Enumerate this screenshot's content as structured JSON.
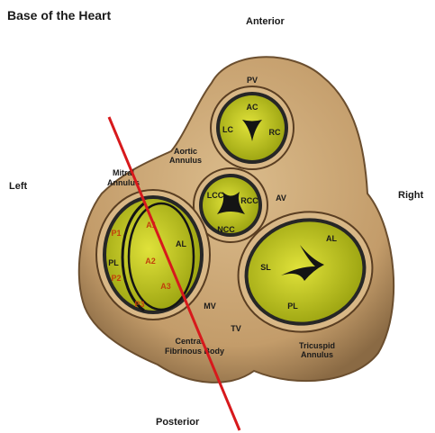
{
  "title": "Base of the Heart",
  "directions": {
    "anterior": "Anterior",
    "left": "Left",
    "right": "Right",
    "posterior": "Posterior"
  },
  "pulmonary_valve": {
    "label": "PV",
    "cusps": [
      "AC",
      "LC",
      "RC"
    ]
  },
  "aortic_valve": {
    "label": "AV",
    "cusps": [
      "LCC",
      "RCC",
      "NCC"
    ]
  },
  "mitral_valve": {
    "label": "MV",
    "leaflets": [
      "AL",
      "PL"
    ],
    "segments": [
      "P1",
      "P2",
      "P3",
      "A1",
      "A2",
      "A3"
    ]
  },
  "tricuspid_valve": {
    "label": "TV",
    "leaflets": [
      "AL",
      "SL",
      "PL"
    ]
  },
  "annulus_labels": {
    "aortic": [
      "Aortic",
      "Annulus"
    ],
    "mitral": [
      "Mitral",
      "Annulus"
    ],
    "tricuspid": [
      "Tricuspid",
      "Annulus"
    ],
    "central": [
      "Central",
      "Fibrinous Body"
    ]
  },
  "colors": {
    "tissue": "#c9a574",
    "valve": "#c8cc1a",
    "cut_line": "#d7191c",
    "segment_text": "#c2410c"
  }
}
